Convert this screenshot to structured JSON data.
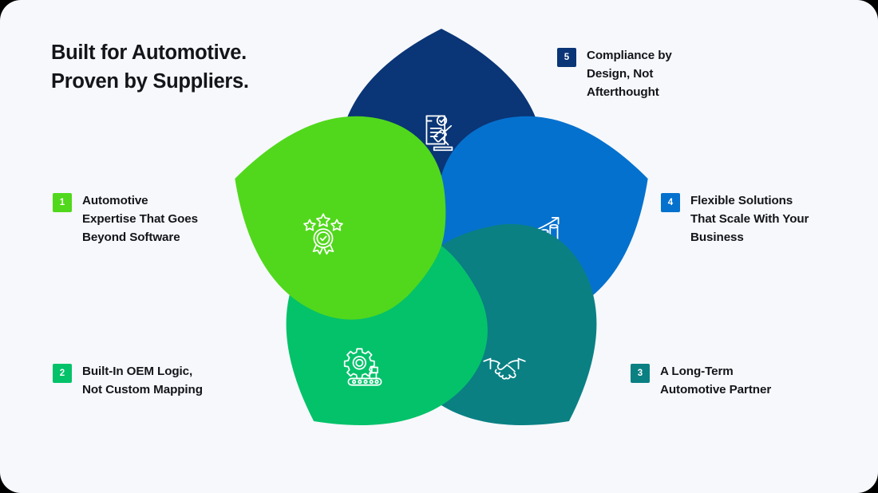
{
  "title": {
    "line1": "Built for Automotive.",
    "line2": "Proven by Suppliers."
  },
  "colors": {
    "background": "#f6f8fb",
    "navy": "#0a3576",
    "bright_green": "#51d81c",
    "blue": "#0571ce",
    "emerald": "#04c26a",
    "teal": "#0a8083",
    "text": "#13151a",
    "icon_stroke": "#ffffff"
  },
  "items": [
    {
      "number": "1",
      "label": "Automotive\nExpertise That Goes\nBeyond Software",
      "color": "#51d81c",
      "icon": "award-medal-stars-icon"
    },
    {
      "number": "2",
      "label": "Built-In OEM Logic,\nNot Custom Mapping",
      "color": "#04c26a",
      "icon": "gear-conveyor-belt-icon"
    },
    {
      "number": "3",
      "label": "A Long-Term\nAutomotive Partner",
      "color": "#0a8083",
      "icon": "handshake-icon"
    },
    {
      "number": "4",
      "label": "Flexible Solutions\nThat Scale With Your\nBusiness",
      "color": "#0571ce",
      "icon": "growth-bar-chart-icon"
    },
    {
      "number": "5",
      "label": "Compliance by\nDesign, Not\nAfterthought",
      "color": "#0a3576",
      "icon": "document-gavel-icon"
    }
  ]
}
